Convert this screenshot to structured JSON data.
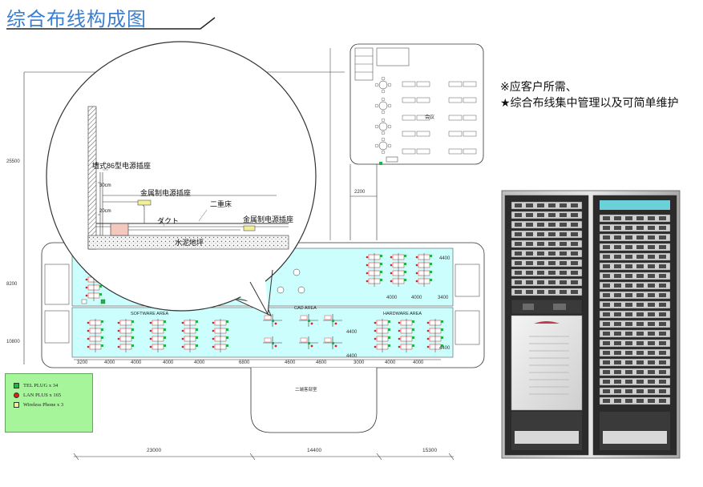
{
  "title": "综合布线构成图",
  "notes": [
    "※应客户所需、",
    "★综合布线集中管理以及可简单维护"
  ],
  "colors": {
    "title": "#3b7fd0",
    "floor": "#ccfefe",
    "legend_bg": "#a6f59a",
    "plug_green": "#22b14c",
    "plug_red": "#e02020",
    "plug_yellow": "#f2ef9a"
  },
  "legend": [
    {
      "label": "TEL PLUG x 34",
      "marker": "green-square"
    },
    {
      "label": "LAN PLUS x 165",
      "marker": "red-dot"
    },
    {
      "label": "Wireless Phone x 3",
      "marker": "yellow-square"
    }
  ],
  "bubble": {
    "socket_86": "墙式86型电源插座",
    "metal_socket_1": "金属制电源插座",
    "metal_socket_2": "金属制电源插座",
    "raised_floor": "二重床",
    "duct": "ダクト",
    "concrete": "水泥地坪",
    "dim_30": "30cm",
    "dim_20": "20cm"
  },
  "floor": {
    "areas": {
      "software": "SOFTWARE AREA",
      "cad": "CAD AREA",
      "hardware": "HARDWARE AREA",
      "meeting": "会议",
      "bottom_room": "二端客部室"
    },
    "dims_bottom": [
      "3200",
      "4000",
      "4000",
      "4000",
      "4000",
      "6800",
      "4600",
      "4600",
      "3000",
      "4000",
      "4000"
    ],
    "dims_right_top": [
      "4000",
      "4000",
      "3400"
    ],
    "dims_overall": [
      "23000",
      "14400",
      "15300"
    ],
    "dims_left": [
      "25500",
      "8200",
      "10800"
    ],
    "dims_other": [
      "2200",
      "4400",
      "4400",
      "4400",
      "4400"
    ]
  }
}
